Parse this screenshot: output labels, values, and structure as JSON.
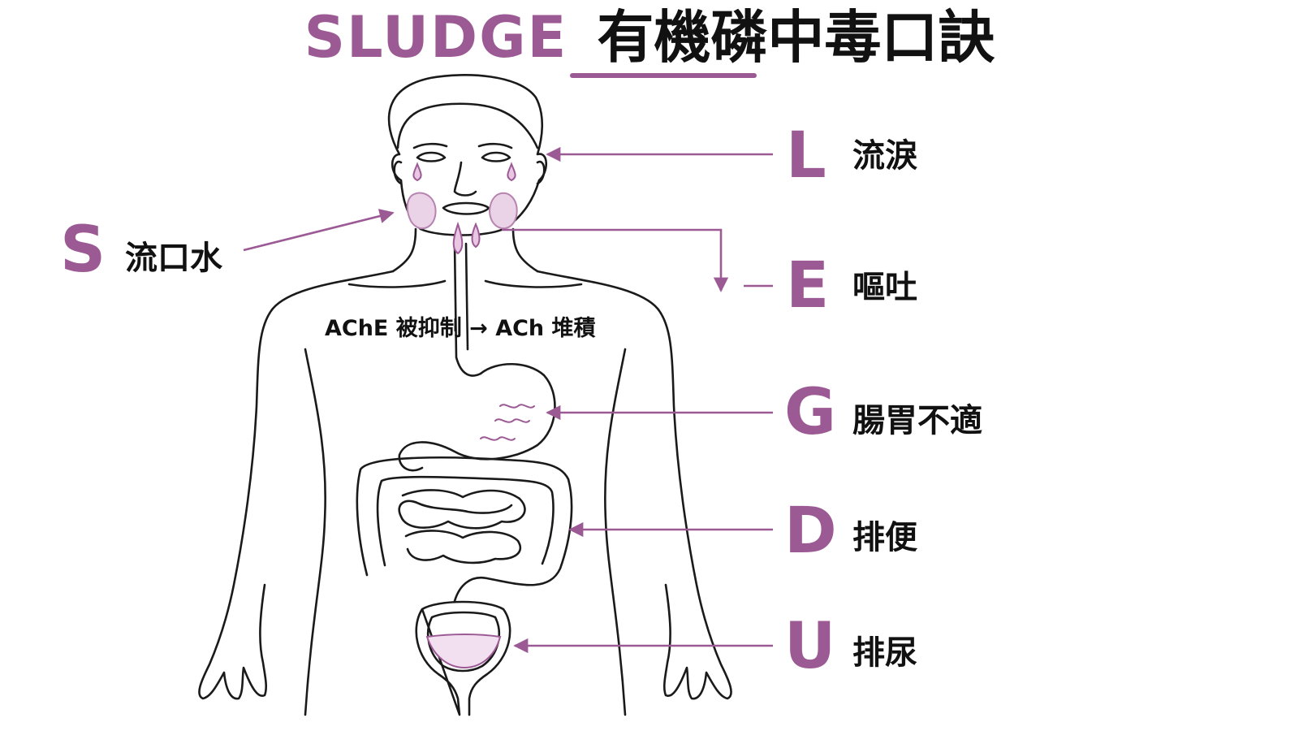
{
  "title": {
    "en": "SLUDGE",
    "zh": "有機磷中毒口訣"
  },
  "mechanism": "AChE 被抑制 → ACh 堆積",
  "items": [
    {
      "letter": "S",
      "meaning": "流口水"
    },
    {
      "letter": "L",
      "meaning": "流淚"
    },
    {
      "letter": "E",
      "meaning": "嘔吐"
    },
    {
      "letter": "G",
      "meaning": "腸胃不適"
    },
    {
      "letter": "D",
      "meaning": "排便"
    },
    {
      "letter": "U",
      "meaning": "排尿"
    }
  ],
  "colors": {
    "accent": "#9c5a94",
    "accent_light": "#d8a6d2",
    "line": "#1a1a1a"
  }
}
